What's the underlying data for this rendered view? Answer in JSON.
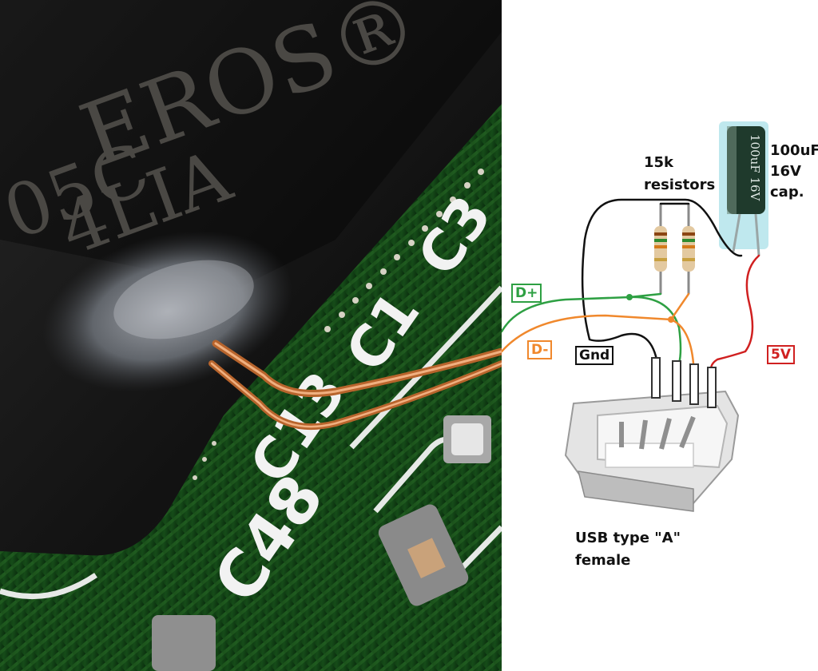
{
  "photo": {
    "chip_marking": "EROS®",
    "chip_marking_line2": "4LIA",
    "chip_marking_line3": "05C",
    "pcb_silkscreen": [
      "C3",
      "C1",
      "C13",
      "C48"
    ]
  },
  "diagram": {
    "labels": {
      "resistors": "15k\nresistors",
      "capacitor": "100uF\n16V\ncap.",
      "connector": "USB type \"A\"\nfemale"
    },
    "capacitor_marking": "100uF 16V",
    "wire_tags": [
      {
        "id": "dplus",
        "text": "D+",
        "color": "#2ea043"
      },
      {
        "id": "dminus",
        "text": "D-",
        "color": "#f0882c"
      },
      {
        "id": "gnd",
        "text": "Gnd",
        "color": "#111111"
      },
      {
        "id": "v5",
        "text": "5V",
        "color": "#d02020"
      }
    ],
    "wire_colors": {
      "ground": "#111111",
      "data_plus": "#2ea043",
      "data_minus": "#f0882c",
      "power": "#d02020"
    }
  }
}
